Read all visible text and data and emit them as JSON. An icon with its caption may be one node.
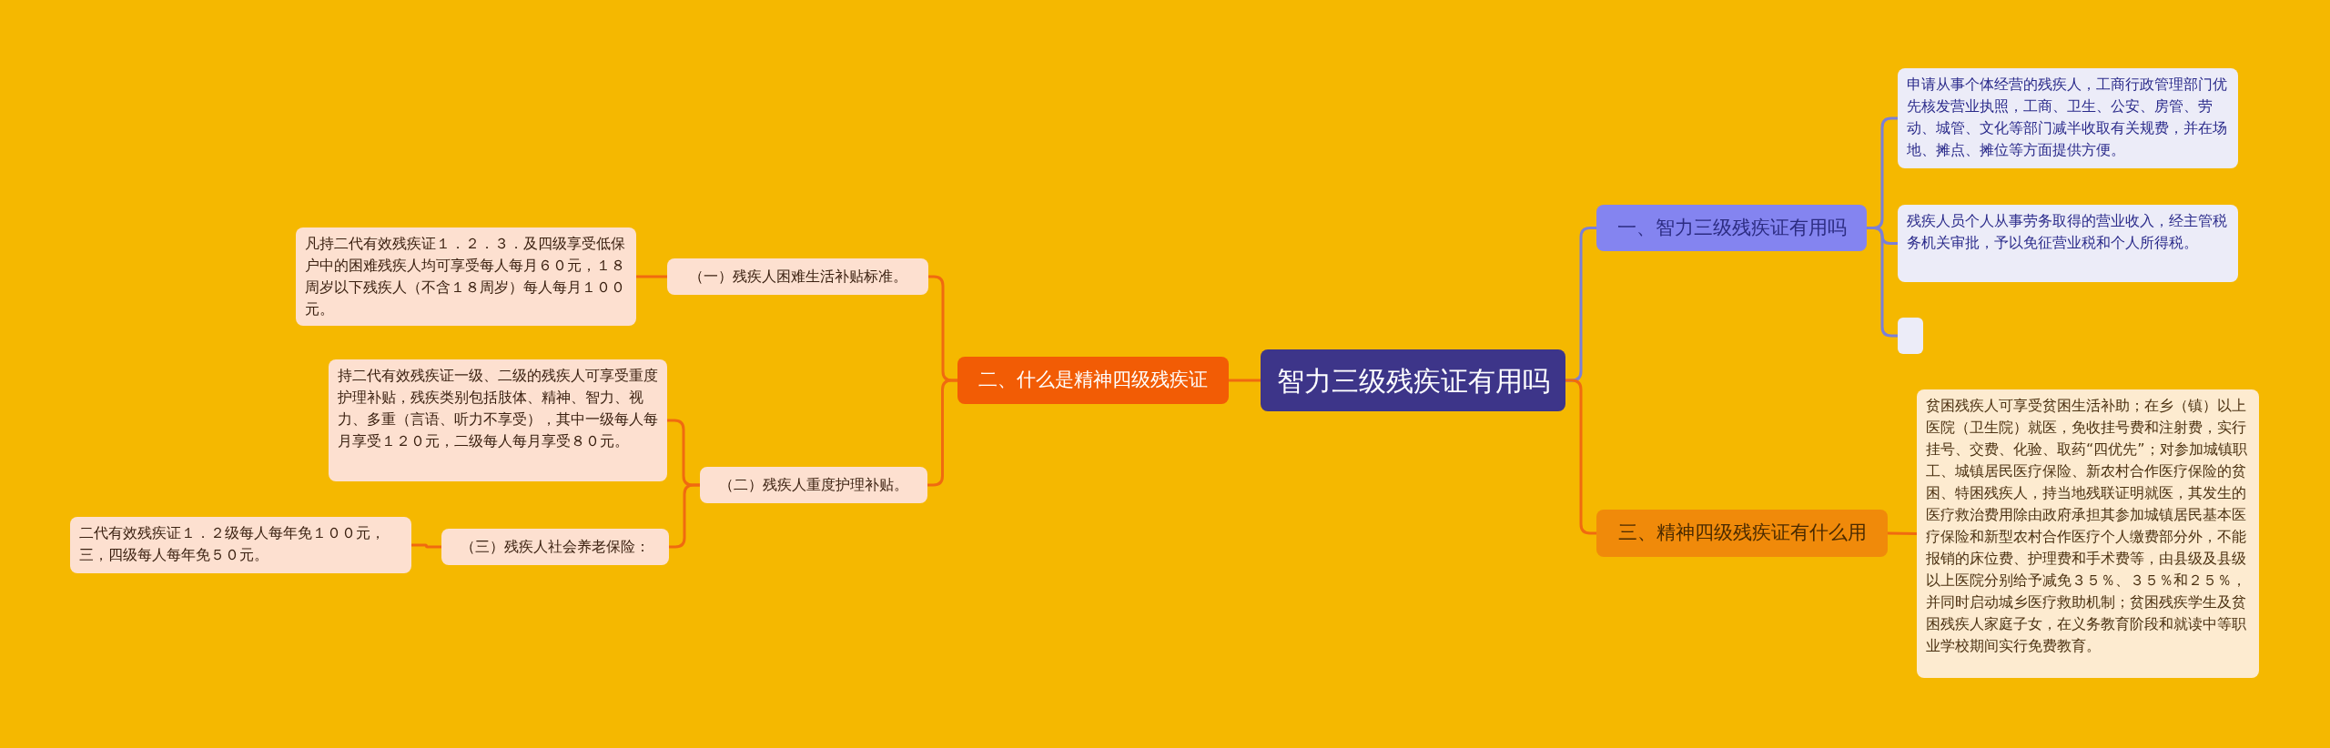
{
  "diagram": {
    "nodes": [
      {
        "text": [
          "智力三级残疾证有用吗"
        ]
      },
      {
        "text": [
          "一、智力三级残疾证有用吗"
        ]
      },
      {
        "text": [
          "申请从事个体经营的残疾人，工商行政管理部门优先核发营业执照，工商、卫生、公安、房管、劳动、城管、文化等部门减半收取有关规费，并在场地、摊点、摊位等方面提供方便。"
        ]
      },
      {
        "text": [
          "残疾人员个人从事劳务取得的营业收入，经主管税务机关审批，予以免征营业税和个人所得税。"
        ]
      },
      {
        "text": [],
        "shape": "box"
      },
      {
        "text": [
          "三、精神四级残疾证有什么用"
        ]
      },
      {
        "text": [
          "贫困残疾人可享受贫困生活补助；在乡（镇）以上医院（卫生院）就医，免收挂号费和注射费，实行挂号、交费、化验、取药“四优先”；对参加城镇职工、城镇居民医疗保险、新农村合作医疗保险的贫困、特困残疾人，持当地残联证明就医，其发生的医疗救治费用除由政府承担其参加城镇居民基本医疗保险和新型农村合作医疗个人缴费部分外，不能报销的床位费、护理费和手术费等，由县级及县级以上医院分别给予减免３５％、３５％和２５％，并同时启动城乡医疗救助机制；贫困残疾学生及贫困残疾人家庭子女，在义务教育阶段和就读中等职业学校期间实行免费教育。"
        ]
      },
      {
        "text": [
          "二、什么是精神四级残疾证"
        ]
      },
      {
        "text": [
          "（一）残疾人困难生活补贴标准。"
        ]
      },
      {
        "text": [
          "凡持二代有效残疾证１．２．３．及四级享受低保户中的困难残疾人均可享受每人每月６０元，１８周岁以下残疾人（不含１８周岁）每人每月１００元。"
        ]
      },
      {
        "text": [
          "（二）残疾人重度护理补贴。"
        ]
      },
      {
        "text": [
          "持二代有效残疾证一级、二级的残疾人可享受重度护理补贴，残疾类别包括肢体、精神、智力、视力、多重（言语、听力不享受），其中一级每人每月享受１２０元，二级每人每月享受８０元。"
        ]
      },
      {
        "text": [
          "（三）残疾人社会养老保险："
        ]
      },
      {
        "text": [
          "二代有效残疾证１．２级每人每年免１００元，三，四级每人每年免５０元。"
        ]
      }
    ],
    "edges": [
      {
        "from": 0,
        "to": 1,
        "arrow": "none",
        "color": "#7b7fd8"
      },
      {
        "from": 0,
        "to": 5,
        "arrow": "none"
      },
      {
        "from": 0,
        "to": 7,
        "arrow": "none"
      },
      {
        "from": 1,
        "to": 2,
        "arrow": "none",
        "color": "#7b7fd8"
      },
      {
        "from": 1,
        "to": 3,
        "arrow": "none",
        "color": "#7b7fd8"
      },
      {
        "from": 1,
        "to": 4,
        "arrow": "none",
        "color": "#7b7fd8"
      },
      {
        "from": 5,
        "to": 6,
        "arrow": "none"
      },
      {
        "from": 7,
        "to": 8,
        "arrow": "none"
      },
      {
        "from": 7,
        "to": 10,
        "arrow": "none"
      },
      {
        "from": 8,
        "to": 9,
        "arrow": "none"
      },
      {
        "from": 10,
        "to": 11,
        "arrow": "none"
      },
      {
        "from": 10,
        "to": 12,
        "arrow": "none"
      },
      {
        "from": 12,
        "to": 13,
        "arrow": "none"
      }
    ]
  }
}
